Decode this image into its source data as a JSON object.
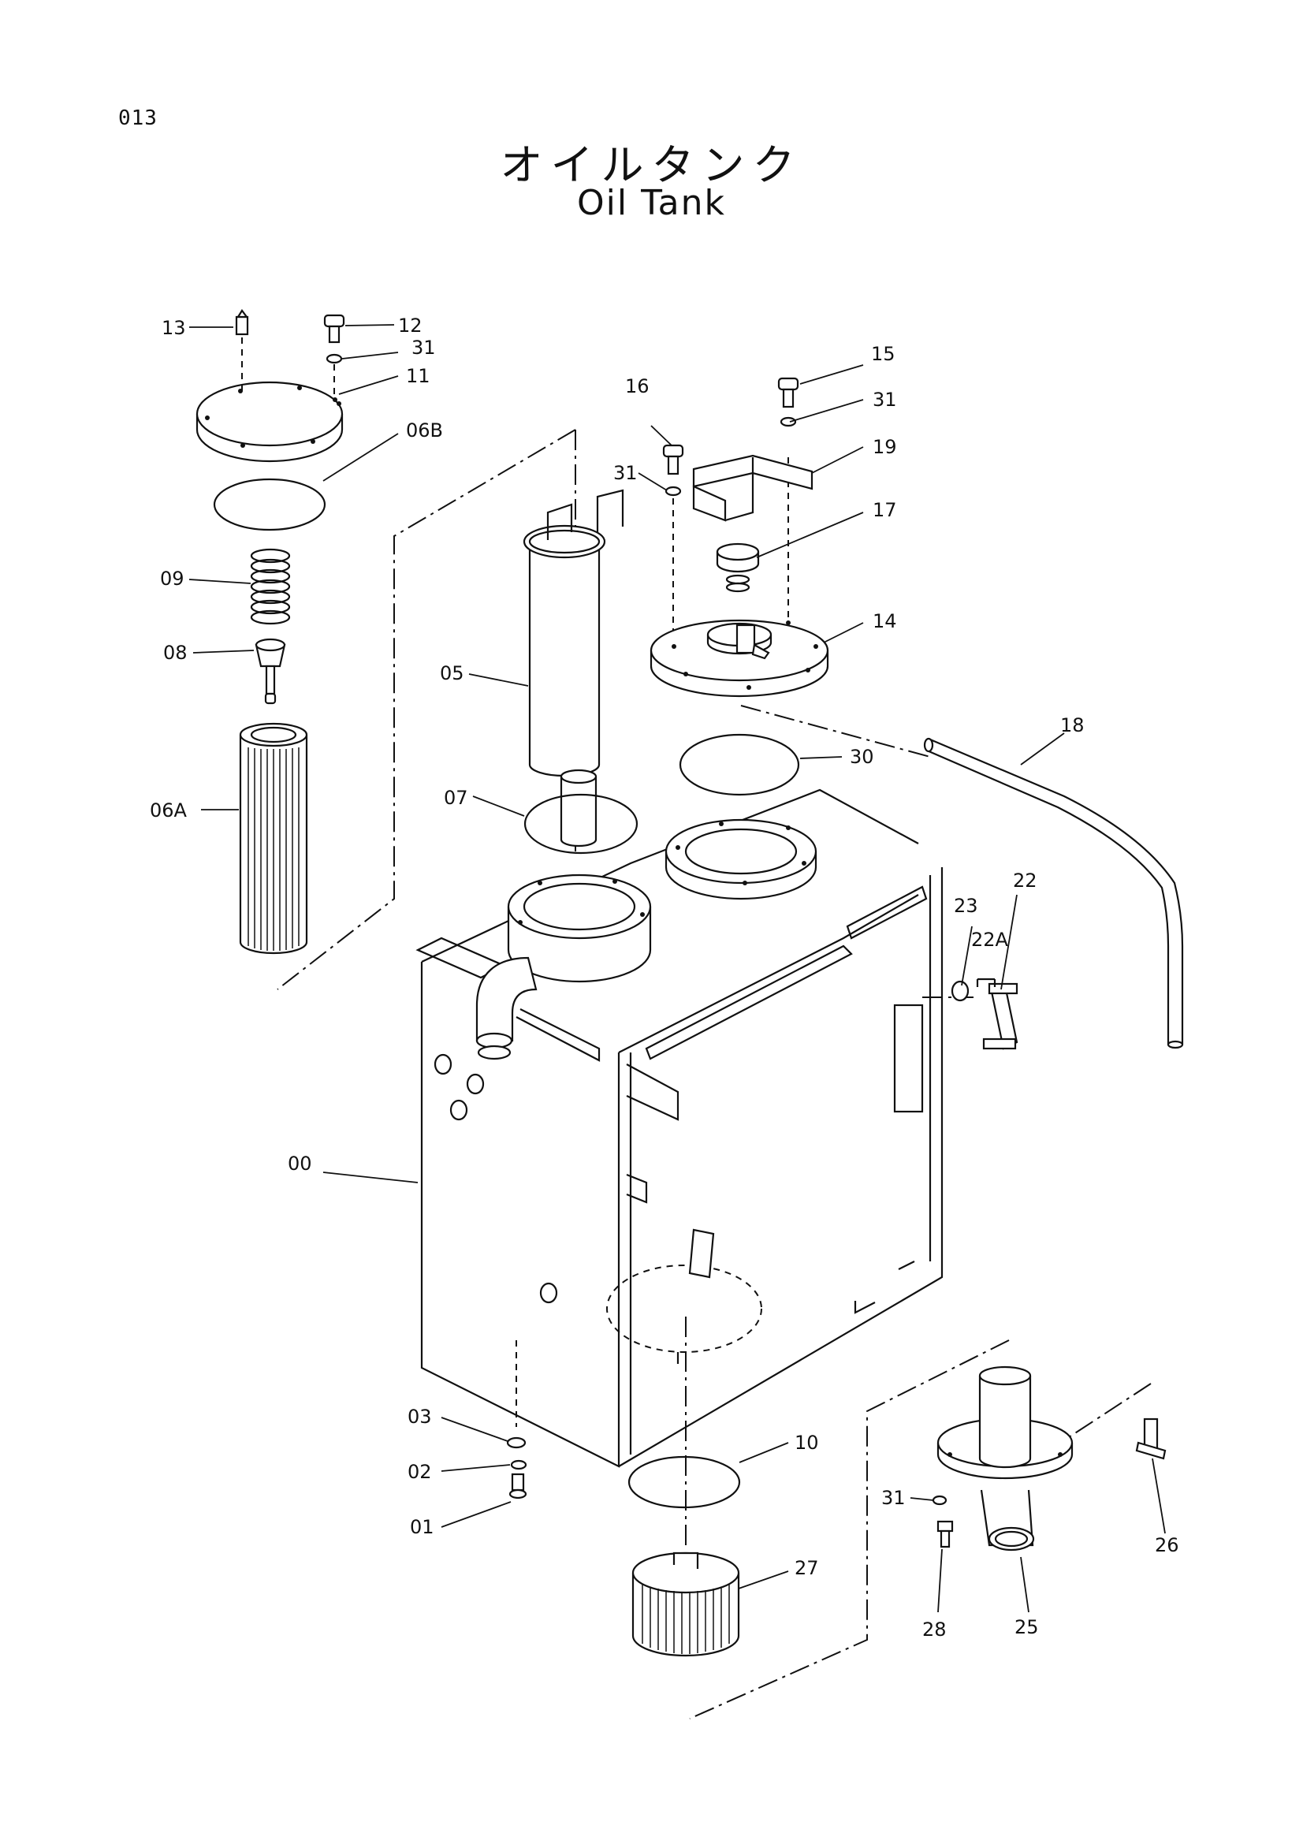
{
  "page_number": "013",
  "title_jp": "オイルタンク",
  "title_en": "Oil Tank",
  "part_labels": {
    "p00": "00",
    "p01": "01",
    "p02": "02",
    "p03": "03",
    "p05": "05",
    "p06A": "06A",
    "p06B": "06B",
    "p07": "07",
    "p08": "08",
    "p09": "09",
    "p10": "10",
    "p11": "11",
    "p12": "12",
    "p13": "13",
    "p14": "14",
    "p15": "15",
    "p16": "16",
    "p17": "17",
    "p18": "18",
    "p19": "19",
    "p22": "22",
    "p22A": "22A",
    "p23": "23",
    "p25": "25",
    "p26": "26",
    "p27": "27",
    "p28": "28",
    "p30": "30",
    "p31a": "31",
    "p31b": "31",
    "p31c": "31",
    "p31d": "31"
  }
}
